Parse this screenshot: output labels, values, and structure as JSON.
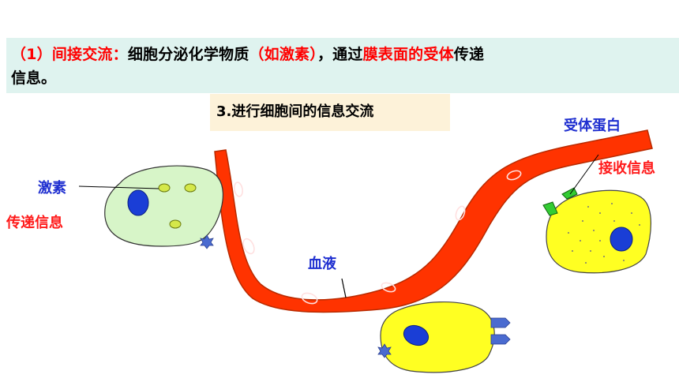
{
  "header": {
    "segments": [
      {
        "text": "（1）间接交流：",
        "color": "#ff0000"
      },
      {
        "text": "细胞分泌化学物质",
        "color": "#000000"
      },
      {
        "text": "（如激素）",
        "color": "#ff0000"
      },
      {
        "text": "，通过",
        "color": "#000000"
      },
      {
        "text": "膜表面的受体",
        "color": "#ff0000"
      },
      {
        "text": "传递",
        "color": "#000000"
      }
    ],
    "line2": "信息。"
  },
  "section_title": "3.进行细胞间的信息交流",
  "labels": {
    "hormone": "激素",
    "transmit": "传递信息",
    "blood": "血液",
    "receptor": "受体蛋白",
    "receive": "接收信息"
  },
  "colors": {
    "banner": "#dff3ef",
    "section_box": "#fdf2d9",
    "vessel": "#ff3300",
    "secreting_cell": "#d7f5c8",
    "target_cell": "#ffff22",
    "nucleus": "#1a3ed6",
    "hormone": "#d5e84a",
    "receptor": "#33cc33",
    "label_blue": "#1f2fd0",
    "label_red": "#ff1a1a"
  }
}
